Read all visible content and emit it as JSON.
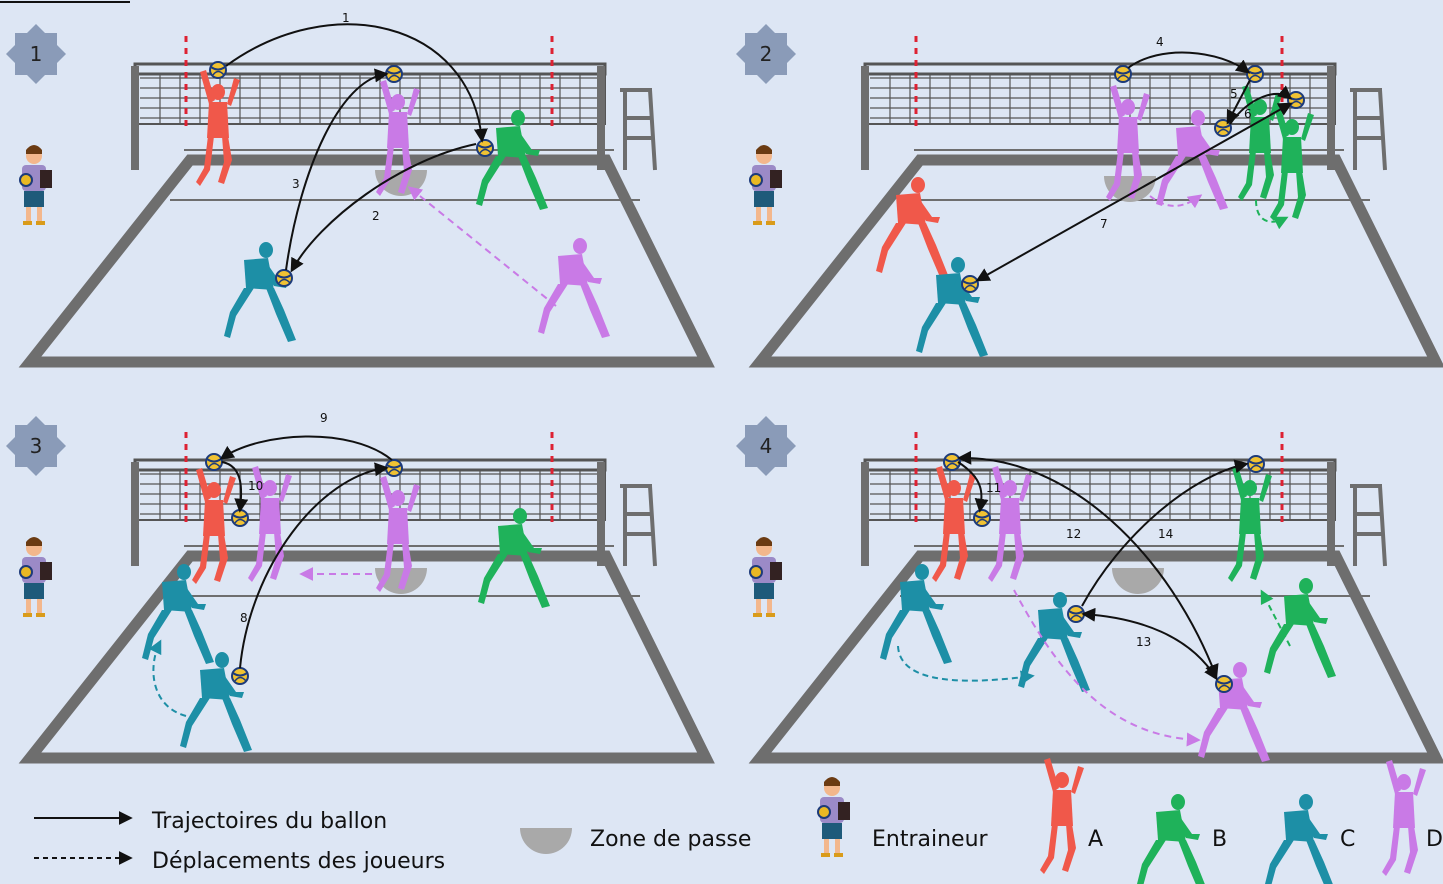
{
  "panels": [
    {
      "badge": "1",
      "labels": [
        "1",
        "2",
        "3"
      ]
    },
    {
      "badge": "2",
      "labels": [
        "4",
        "5",
        "6",
        "7"
      ]
    },
    {
      "badge": "3",
      "labels": [
        "8",
        "9",
        "10"
      ]
    },
    {
      "badge": "4",
      "labels": [
        "11",
        "12",
        "13",
        "14"
      ]
    }
  ],
  "legend": {
    "ball_trajectories": "Trajectoires du ballon",
    "player_moves": "Déplacements des joueurs",
    "pass_zone": "Zone de passe",
    "coach": "Entraineur",
    "player_a": "A",
    "player_b": "B",
    "player_c": "C",
    "player_d": "D"
  },
  "colors": {
    "background": "#dde6f4",
    "court_line": "#6e6e6e",
    "badge": "#8a9bb8",
    "player_a": "#f0584a",
    "player_b": "#1fb25a",
    "player_c": "#1d8fa6",
    "player_d": "#c97ae6",
    "pass_zone": "#a9a9a9",
    "ball_arrow": "#111111"
  }
}
